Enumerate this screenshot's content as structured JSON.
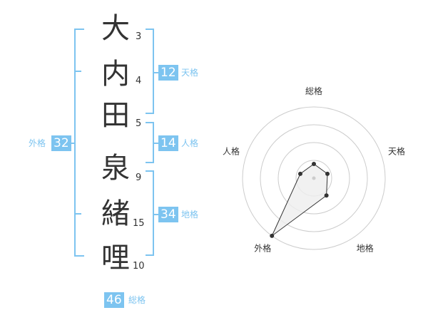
{
  "name_chars": [
    {
      "char": "大",
      "strokes": "3"
    },
    {
      "char": "内",
      "strokes": "4"
    },
    {
      "char": "田",
      "strokes": "5"
    },
    {
      "char": "泉",
      "strokes": "9"
    },
    {
      "char": "緒",
      "strokes": "15"
    },
    {
      "char": "哩",
      "strokes": "10"
    }
  ],
  "fortune": {
    "tenkaku": {
      "value": "12",
      "label": "天格"
    },
    "jinkaku": {
      "value": "14",
      "label": "人格"
    },
    "chikaku": {
      "value": "34",
      "label": "地格"
    },
    "gaikaku": {
      "value": "32",
      "label": "外格"
    },
    "soukaku": {
      "value": "46",
      "label": "総格"
    }
  },
  "radar": {
    "axes": [
      "総格",
      "天格",
      "地格",
      "外格",
      "人格"
    ],
    "values": [
      0.2,
      0.2,
      0.3,
      1.0,
      0.2
    ],
    "color_line": "#333333",
    "color_fill": "#eeeeee"
  },
  "colors": {
    "accent": "#7dc4f0"
  }
}
